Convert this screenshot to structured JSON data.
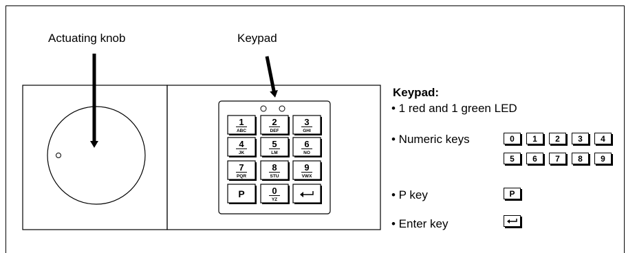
{
  "labels": {
    "knob": "Actuating knob",
    "keypad": "Keypad"
  },
  "keypad": {
    "keys": [
      {
        "main": "1",
        "sub": "ABC"
      },
      {
        "main": "2",
        "sub": "DEF"
      },
      {
        "main": "3",
        "sub": "GHI"
      },
      {
        "main": "4",
        "sub": "JK"
      },
      {
        "main": "5",
        "sub": "LM"
      },
      {
        "main": "6",
        "sub": "NO"
      },
      {
        "main": "7",
        "sub": "PQR"
      },
      {
        "main": "8",
        "sub": "STU"
      },
      {
        "main": "9",
        "sub": "VWX"
      },
      {
        "main": "P",
        "sub": ""
      },
      {
        "main": "0",
        "sub": "YZ"
      },
      {
        "main": "",
        "sub": "",
        "icon": "enter-arrow-icon"
      }
    ]
  },
  "legend": {
    "title": "Keypad:",
    "led_line": "• 1 red and 1 green LED",
    "numeric_line": "• Numeric keys",
    "numeric_keys_row1": [
      "0",
      "1",
      "2",
      "3",
      "4"
    ],
    "numeric_keys_row2": [
      "5",
      "6",
      "7",
      "8",
      "9"
    ],
    "p_line": "• P key",
    "p_key": "P",
    "enter_line": "• Enter key",
    "enter_icon": "enter-arrow-icon"
  }
}
